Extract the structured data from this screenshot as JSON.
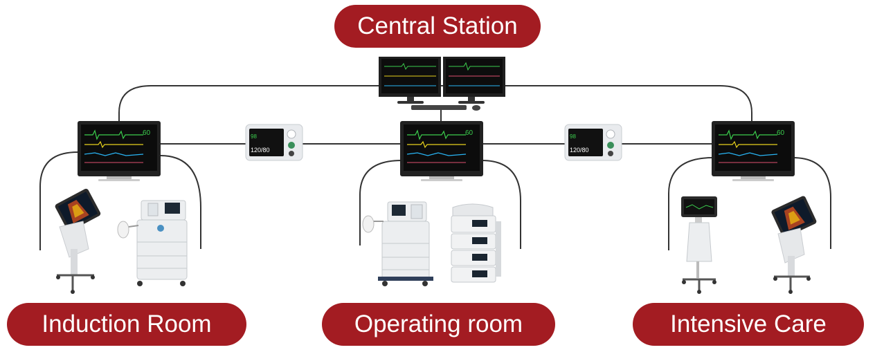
{
  "colors": {
    "accent": "#a31c22",
    "line": "#333333",
    "screen": "#1a1a1a",
    "device_body": "#e9ebee"
  },
  "labels": {
    "central": "Central Station",
    "induction": "Induction Room",
    "operating": "Operating room",
    "intensive": "Intensive Care"
  },
  "monitor_readouts": {
    "hr": "60",
    "spo2": "98",
    "nibp": "120/80"
  }
}
